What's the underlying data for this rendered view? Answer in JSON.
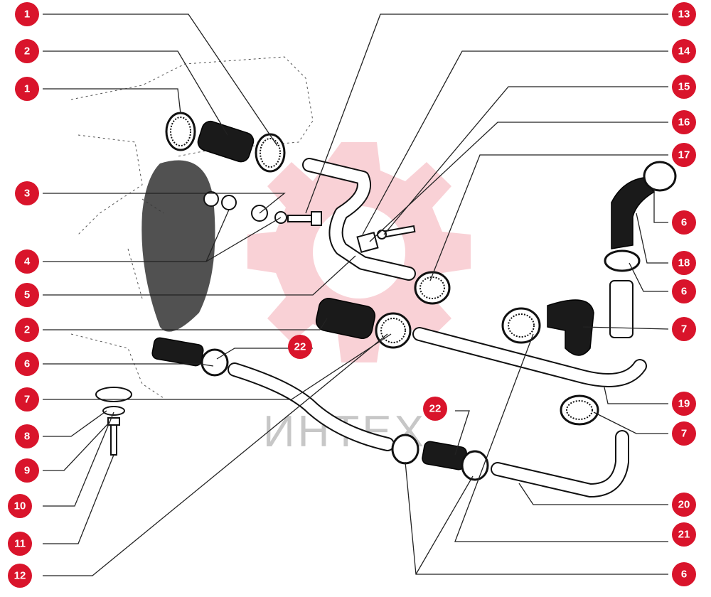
{
  "watermark": {
    "text": "ИНТЕХ"
  },
  "colors": {
    "callout": "#d9142b",
    "watermark": "#f29aa4"
  },
  "callouts": {
    "c1a": "1",
    "c2a": "2",
    "c1b": "1",
    "c3": "3",
    "c4": "4",
    "c5": "5",
    "c2b": "2",
    "c6a": "6",
    "c7a": "7",
    "c8": "8",
    "c9": "9",
    "c10": "10",
    "c11": "11",
    "c12": "12",
    "c13": "13",
    "c14": "14",
    "c15": "15",
    "c16": "16",
    "c17": "17",
    "c6b": "6",
    "c18": "18",
    "c6c": "6",
    "c7b": "7",
    "c19": "19",
    "c7c": "7",
    "c20": "20",
    "c21": "21",
    "c6d": "6",
    "c22a": "22",
    "c22b": "22"
  }
}
